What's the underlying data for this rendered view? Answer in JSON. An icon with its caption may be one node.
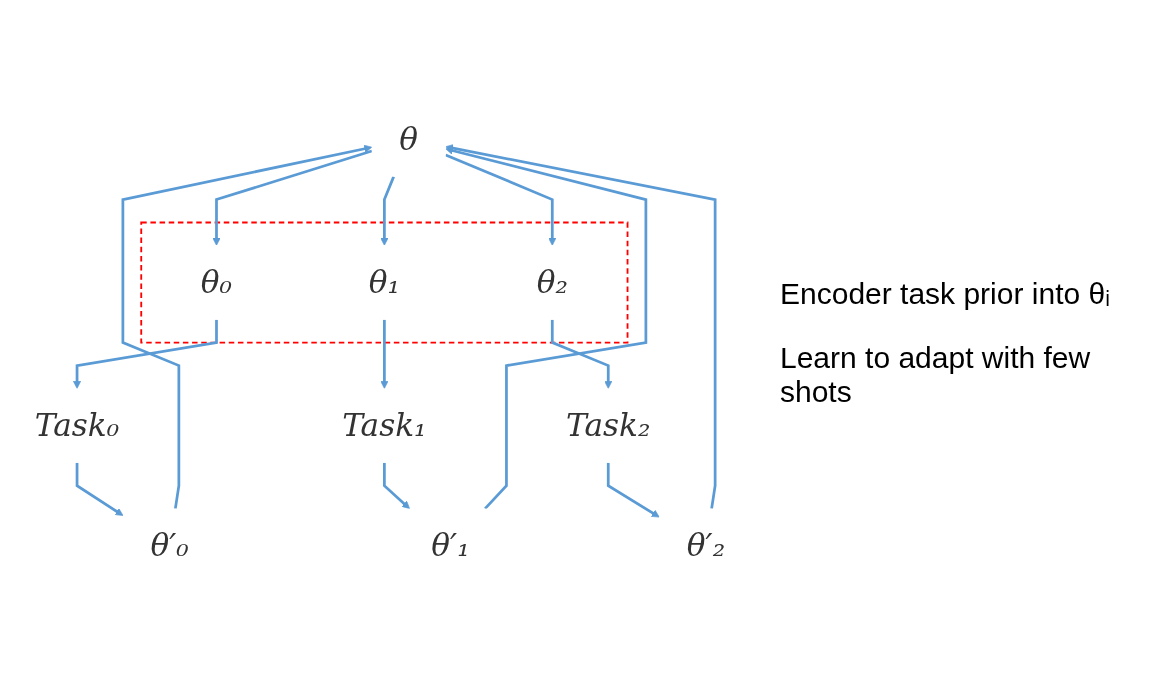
{
  "diagram": {
    "nodes": [
      {
        "text": [
          "θ"
        ]
      },
      {
        "text": [],
        "shape": "box"
      },
      {
        "text": [
          "θ₀"
        ],
        "in": 1
      },
      {
        "text": [
          "θ₁"
        ],
        "in": 1
      },
      {
        "text": [
          "θ₂"
        ],
        "in": 1
      },
      {
        "text": [
          "Task₀"
        ]
      },
      {
        "text": [
          "Task₁"
        ]
      },
      {
        "text": [
          "Task₂"
        ]
      },
      {
        "text": [
          "θ′₀"
        ]
      },
      {
        "text": [
          "θ′₁"
        ]
      },
      {
        "text": [
          "θ′₂"
        ]
      }
    ],
    "edges": [
      {
        "from": 0,
        "to": 2,
        "arrow": "to"
      },
      {
        "from": 0,
        "to": 3,
        "arrow": "to"
      },
      {
        "from": 0,
        "to": 4,
        "arrow": "to"
      },
      {
        "from": 2,
        "to": 5,
        "arrow": "to"
      },
      {
        "from": 3,
        "to": 6,
        "arrow": "to"
      },
      {
        "from": 4,
        "to": 7,
        "arrow": "to"
      },
      {
        "from": 5,
        "to": 8,
        "arrow": "to"
      },
      {
        "from": 6,
        "to": 9,
        "arrow": "to"
      },
      {
        "from": 7,
        "to": 10,
        "arrow": "to"
      },
      {
        "from": 8,
        "to": 0,
        "arrow": "to"
      },
      {
        "from": 9,
        "to": 0,
        "arrow": "to"
      },
      {
        "from": 10,
        "to": 0,
        "arrow": "to"
      }
    ],
    "labels": [
      "Encoder task prior into θᵢ",
      "Learn to adapt with few shots"
    ]
  }
}
